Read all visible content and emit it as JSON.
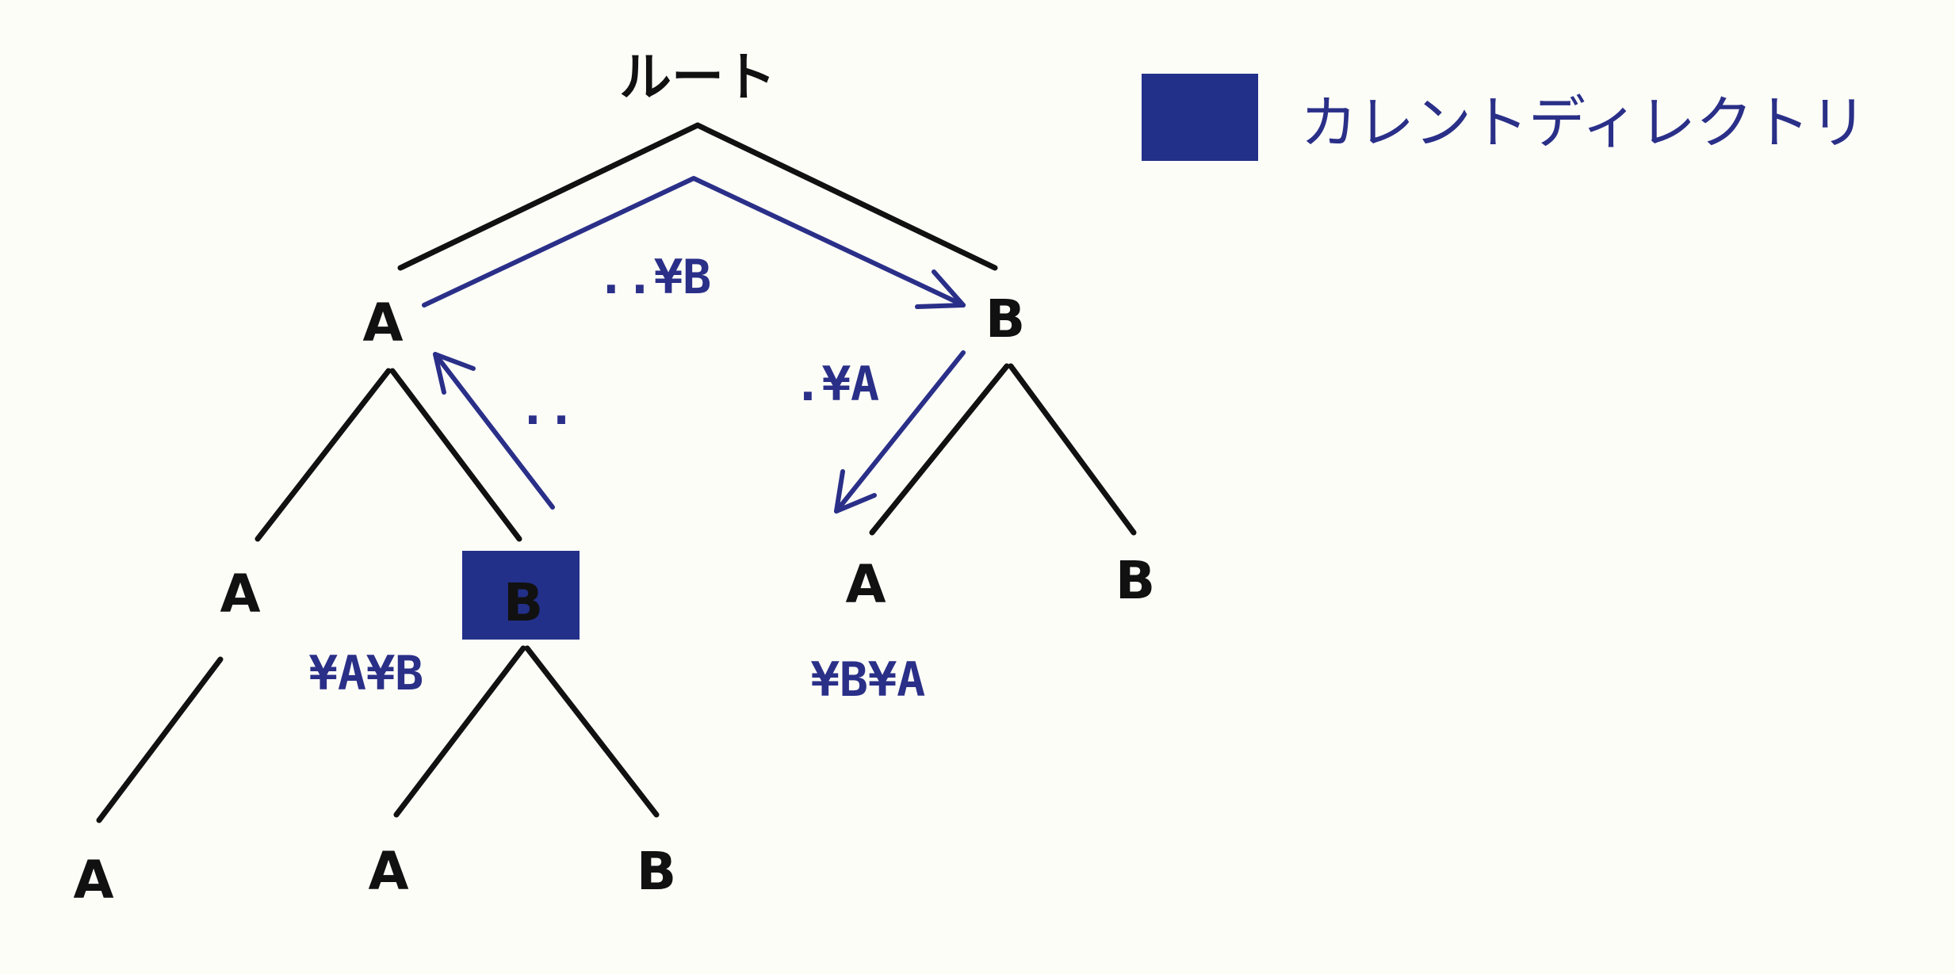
{
  "colors": {
    "background": "#fdfdf8",
    "tree_line": "#111111",
    "accent": "#2a2f88",
    "current_directory_fill": "#233089"
  },
  "legend": {
    "label": "カレントディレクトリ"
  },
  "tree": {
    "root": "ルート",
    "a": "A",
    "b": "B",
    "a_a": "A",
    "a_b": "B",
    "b_a": "A",
    "b_b": "B",
    "a_a_a": "A",
    "a_b_a": "A",
    "a_b_b": "B"
  },
  "current_directory": "B",
  "paths": {
    "to_b_via_root": "..¥B",
    "to_parent": "..",
    "to_b_a": ".¥A",
    "absolute_current": "¥A¥B",
    "absolute_b_a": "¥B¥A"
  }
}
